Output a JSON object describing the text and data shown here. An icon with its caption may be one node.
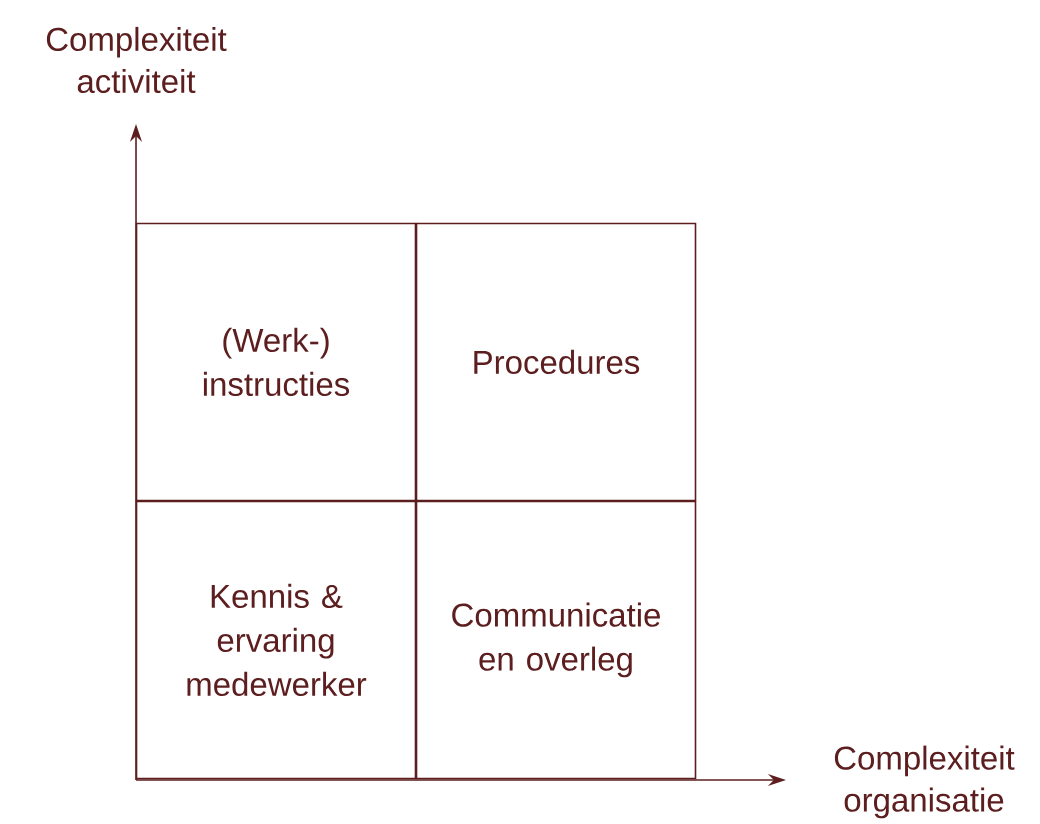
{
  "diagram": {
    "nodes": [
      {
        "text": [
          "(Werk-) instructies"
        ]
      },
      {
        "text": [
          "Procedures"
        ]
      },
      {
        "text": [
          "Kennis & ervaring medewerker"
        ]
      },
      {
        "text": [
          "Communicatie en overleg"
        ]
      }
    ],
    "labels": [
      "Complexiteit activiteit",
      "Complexiteit organisatie"
    ]
  }
}
